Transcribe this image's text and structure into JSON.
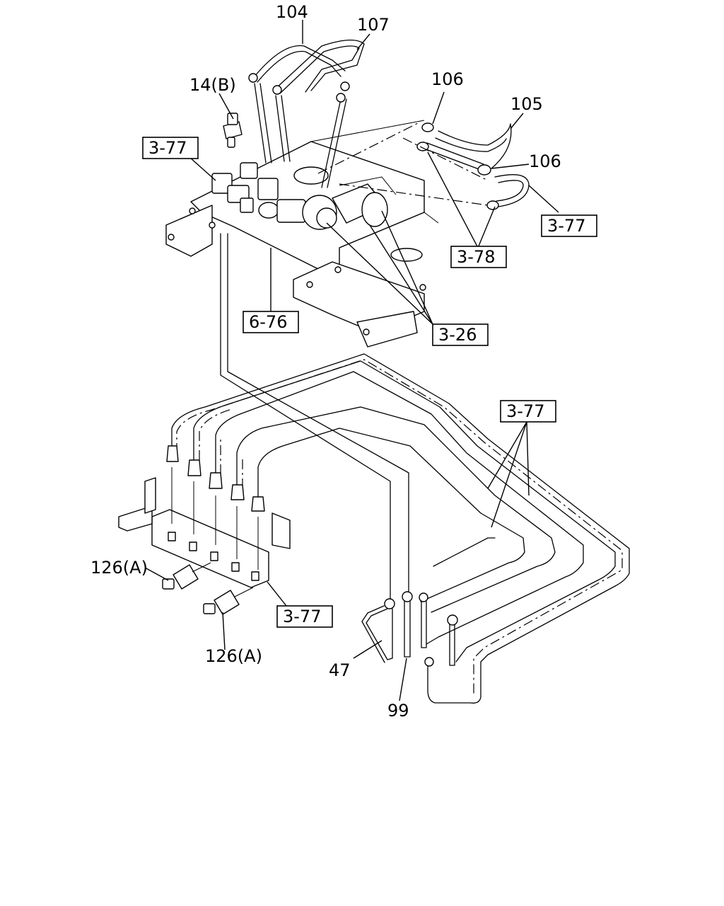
{
  "labels": {
    "p104": "104",
    "p107": "107",
    "p14b": "14(B)",
    "p106a": "106",
    "p105": "105",
    "p106b": "106",
    "p126a1": "126(A)",
    "p126a2": "126(A)",
    "p47": "47",
    "p99": "99"
  },
  "refs": {
    "r377a": "3-77",
    "r377b": "3-77",
    "r378": "3-78",
    "r676": "6-76",
    "r326": "3-26",
    "r377c": "3-77",
    "r377d": "3-77"
  }
}
